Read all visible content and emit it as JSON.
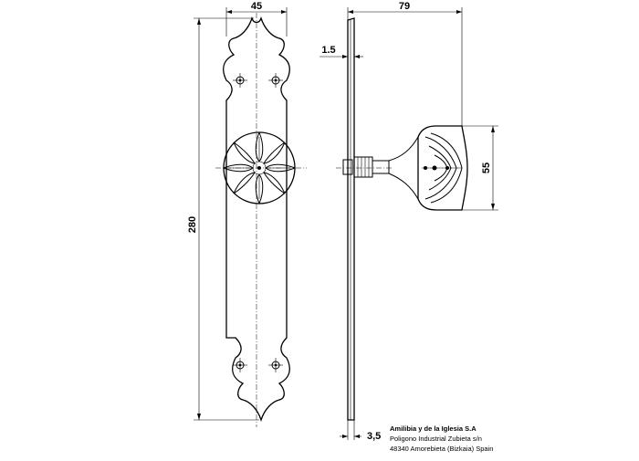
{
  "drawing": {
    "dimensions": {
      "plate_width": "45",
      "plate_height": "280",
      "total_depth": "79",
      "plate_thickness": "1.5",
      "knob_diameter": "55",
      "edge_thickness": "3,5"
    },
    "company": {
      "name": "Amilibia y de la Iglesia S.A",
      "address_line1": "Poligono Industrial Zubieta s/n",
      "address_line2": "48340 Amorebieta (Bizkaia) Spain"
    }
  }
}
